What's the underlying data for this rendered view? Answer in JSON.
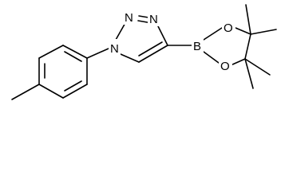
{
  "molecule": {
    "atoms": {
      "n_top_left": "N",
      "n_top_right": "N",
      "n_bottom": "N",
      "boron": "B",
      "oxygen_top": "O",
      "oxygen_bottom": "O"
    }
  }
}
